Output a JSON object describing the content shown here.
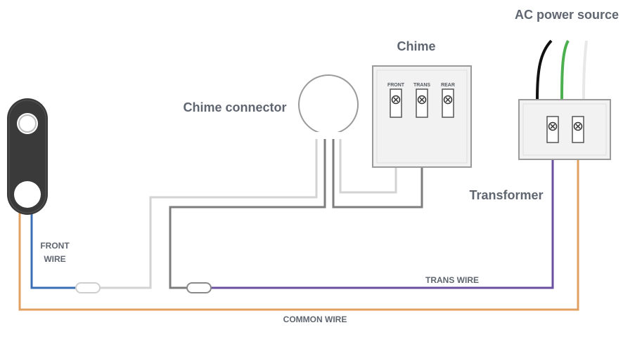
{
  "labels": {
    "ac_power_source": "AC power source",
    "chime": "Chime",
    "chime_connector": "Chime connector",
    "transformer": "Transformer",
    "front_wire_line1": "FRONT",
    "front_wire_line2": "WIRE",
    "trans_wire": "TRANS WIRE",
    "common_wire": "COMMON WIRE"
  },
  "chime_terminals": [
    "FRONT",
    "TRANS",
    "REAR"
  ],
  "colors": {
    "front_wire": "#3a6fb5",
    "common_wire": "#e0a060",
    "trans_wire": "#6a4fa0",
    "light_wire": "#d3d3d3",
    "dark_gray_wire": "#7d7d7d",
    "ac_black": "#111111",
    "ac_green": "#4caf50",
    "ac_white": "#e8e8e8",
    "label": "#5f6670"
  },
  "icons": {
    "doorbell": "doorbell-icon",
    "chime_connector": "chime-connector-icon",
    "screw_terminal": "screw-terminal-icon",
    "wire_nut": "wire-nut-icon"
  }
}
